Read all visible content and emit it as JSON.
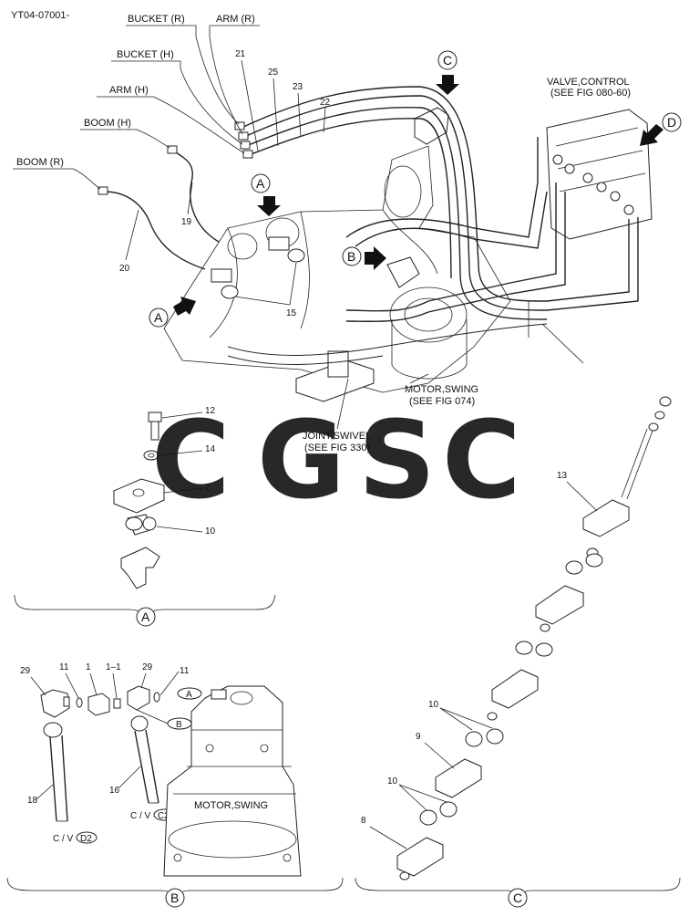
{
  "doc_code": "YT04-07001-",
  "hose_labels": {
    "bucket_r": "BUCKET (R)",
    "arm_r": "ARM (R)",
    "bucket_h": "BUCKET (H)",
    "arm_h": "ARM (H)",
    "boom_h": "BOOM (H)",
    "boom_r": "BOOM (R)"
  },
  "callouts": {
    "c21": "21",
    "c25": "25",
    "c23": "23",
    "c22": "22",
    "c19": "19",
    "c20": "20",
    "c15": "15",
    "c12": "12",
    "c14": "14",
    "c7": "7",
    "c10": "10",
    "c13": "13",
    "c9": "9",
    "c10b": "10",
    "c10c": "10",
    "c8": "8",
    "c29a": "29",
    "c11a": "11",
    "c1": "1",
    "c1_1": "1–1",
    "c29b": "29",
    "c11b": "11",
    "c18": "18",
    "c16": "16"
  },
  "refs": {
    "valve_line1": "VALVE,CONTROL",
    "valve_line2": "(SEE FIG 080-60)",
    "motor_line1": "MOTOR,SWING",
    "motor_line2": "(SEE FIG 074)",
    "joint_line1": "JOINT,SWIVEL",
    "joint_line2": "(SEE FIG 330)",
    "motor_label": "MOTOR,SWING"
  },
  "detail_markers": {
    "a": "A",
    "b": "B",
    "c": "C",
    "d": "D"
  },
  "port_tags": {
    "a": "A",
    "b": "B",
    "cv": "C / V",
    "d2": "D2",
    "c2": "C2"
  },
  "watermark": {
    "letters": [
      "C",
      "G",
      "S",
      "C"
    ],
    "colors": [
      "#4a8fe0",
      "#ee7b73",
      "#f6d260",
      "#55b183"
    ]
  }
}
